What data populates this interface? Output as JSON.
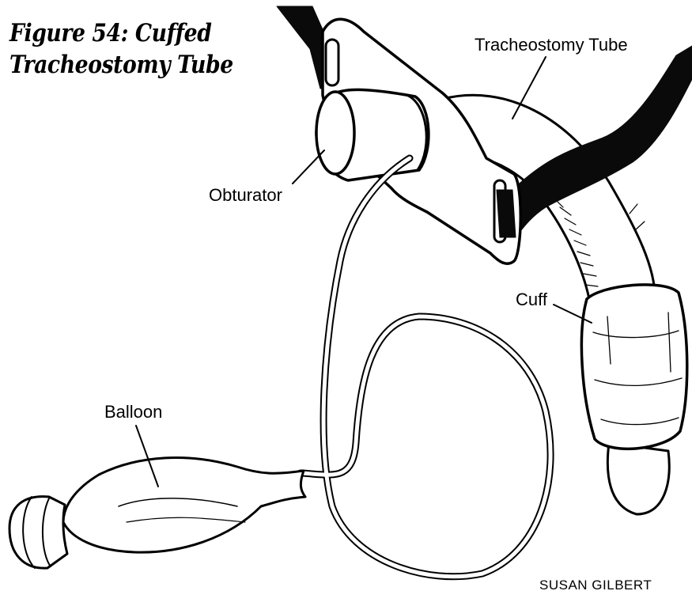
{
  "title": {
    "line1": "Figure 54: Cuffed",
    "line2": "Tracheostomy Tube"
  },
  "labels": {
    "tracheostomy_tube": "Tracheostomy Tube",
    "obturator": "Obturator",
    "cuff": "Cuff",
    "balloon": "Balloon"
  },
  "credit": "SUSAN GILBERT",
  "colors": {
    "ink": "#000000",
    "paper": "#ffffff",
    "strap": "#0a0a0a"
  }
}
